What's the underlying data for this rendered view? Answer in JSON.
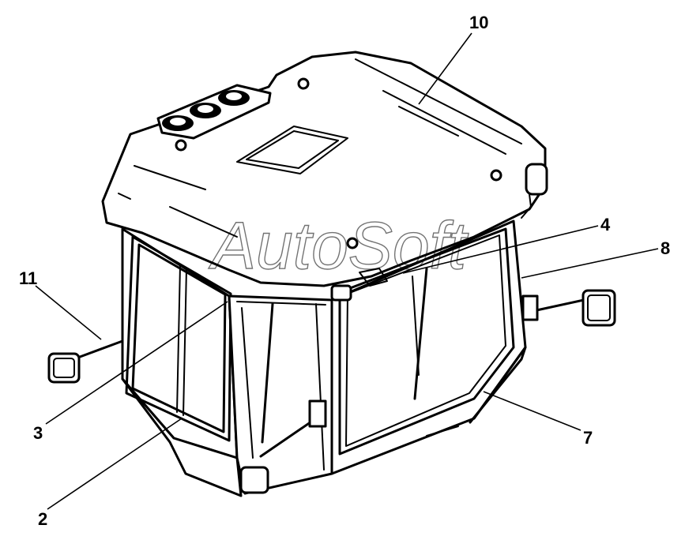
{
  "callouts": [
    {
      "id": "10",
      "text": "10"
    },
    {
      "id": "4",
      "text": "4"
    },
    {
      "id": "8",
      "text": "8"
    },
    {
      "id": "11",
      "text": "11"
    },
    {
      "id": "3",
      "text": "3"
    },
    {
      "id": "7",
      "text": "7"
    },
    {
      "id": "2",
      "text": "2"
    }
  ],
  "watermark": "AutoSoft"
}
